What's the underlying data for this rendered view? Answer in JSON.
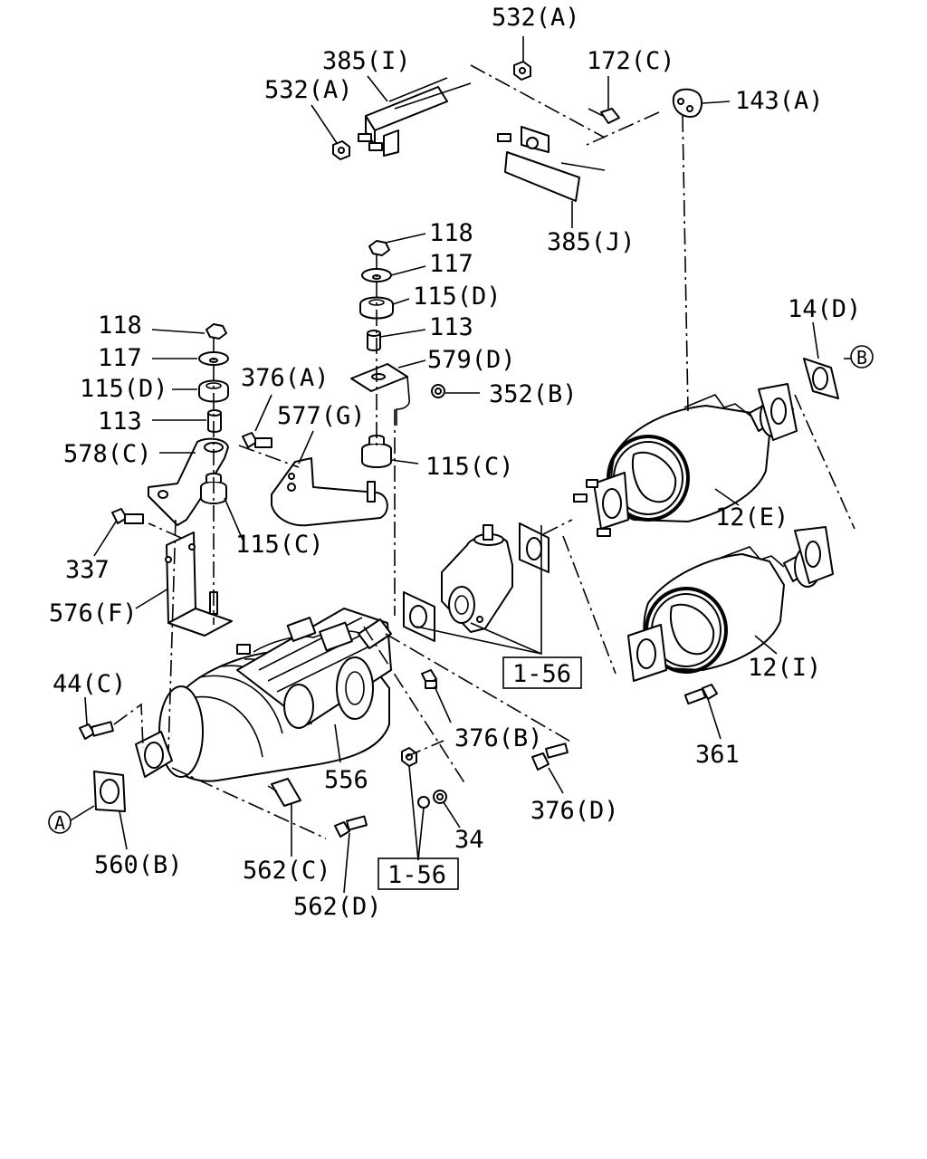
{
  "labels": {
    "l532a_top": "532(A)",
    "l385i": "385(I)",
    "l172c": "172(C)",
    "l532a_left": "532(A)",
    "l143a": "143(A)",
    "l385j": "385(J)",
    "l118_mid": "118",
    "l117_mid": "117",
    "l115d_mid": "115(D)",
    "l113_mid": "113",
    "l579d": "579(D)",
    "l352b": "352(B)",
    "l118_left": "118",
    "l117_left": "117",
    "l115d_left": "115(D)",
    "l113_left": "113",
    "l376a": "376(A)",
    "l577g": "577(G)",
    "l578c": "578(C)",
    "l115c_mid": "115(C)",
    "l115c_left": "115(C)",
    "l337": "337",
    "l576f": "576(F)",
    "l14d": "14(D)",
    "l12e": "12(E)",
    "l12i": "12(I)",
    "l361": "361",
    "l1_56_right": "1-56",
    "l44c": "44(C)",
    "l376b": "376(B)",
    "l376d": "376(D)",
    "l556": "556",
    "l34": "34",
    "l560b": "560(B)",
    "l562c": "562(C)",
    "l562d": "562(D)",
    "l1_56_bottom": "1-56",
    "callout_a": "A",
    "callout_b": "B"
  }
}
